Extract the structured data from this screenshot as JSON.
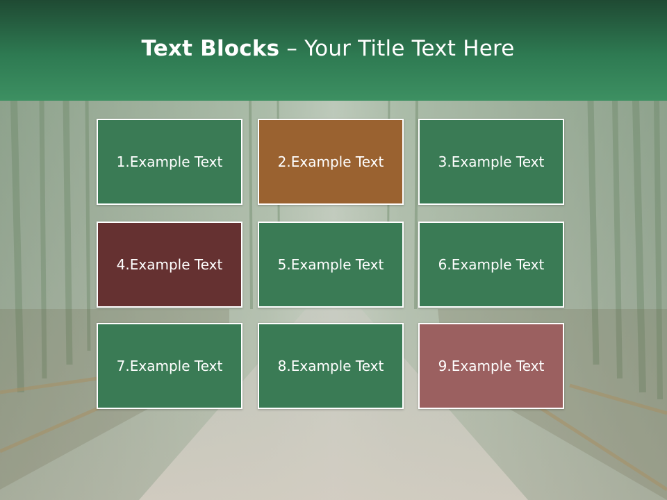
{
  "title": {
    "bold": "Text Blocks",
    "separator": " – ",
    "rest": "Your Title Text Here"
  },
  "colors": {
    "green": "#3a7b55",
    "orange": "#9a6230",
    "dark_red": "#653131",
    "rose": "#9b6060",
    "title_band": "#2e7a52"
  },
  "blocks": [
    {
      "label": "1.Example Text",
      "color": "#3a7b55"
    },
    {
      "label": "2.Example Text",
      "color": "#9a6230"
    },
    {
      "label": "3.Example Text",
      "color": "#3a7b55"
    },
    {
      "label": "4.Example Text",
      "color": "#653131"
    },
    {
      "label": "5.Example Text",
      "color": "#3a7b55"
    },
    {
      "label": "6.Example Text",
      "color": "#3a7b55"
    },
    {
      "label": "7.Example Text",
      "color": "#3a7b55"
    },
    {
      "label": "8.Example Text",
      "color": "#3a7b55"
    },
    {
      "label": "9.Example Text",
      "color": "#9b6060"
    }
  ]
}
